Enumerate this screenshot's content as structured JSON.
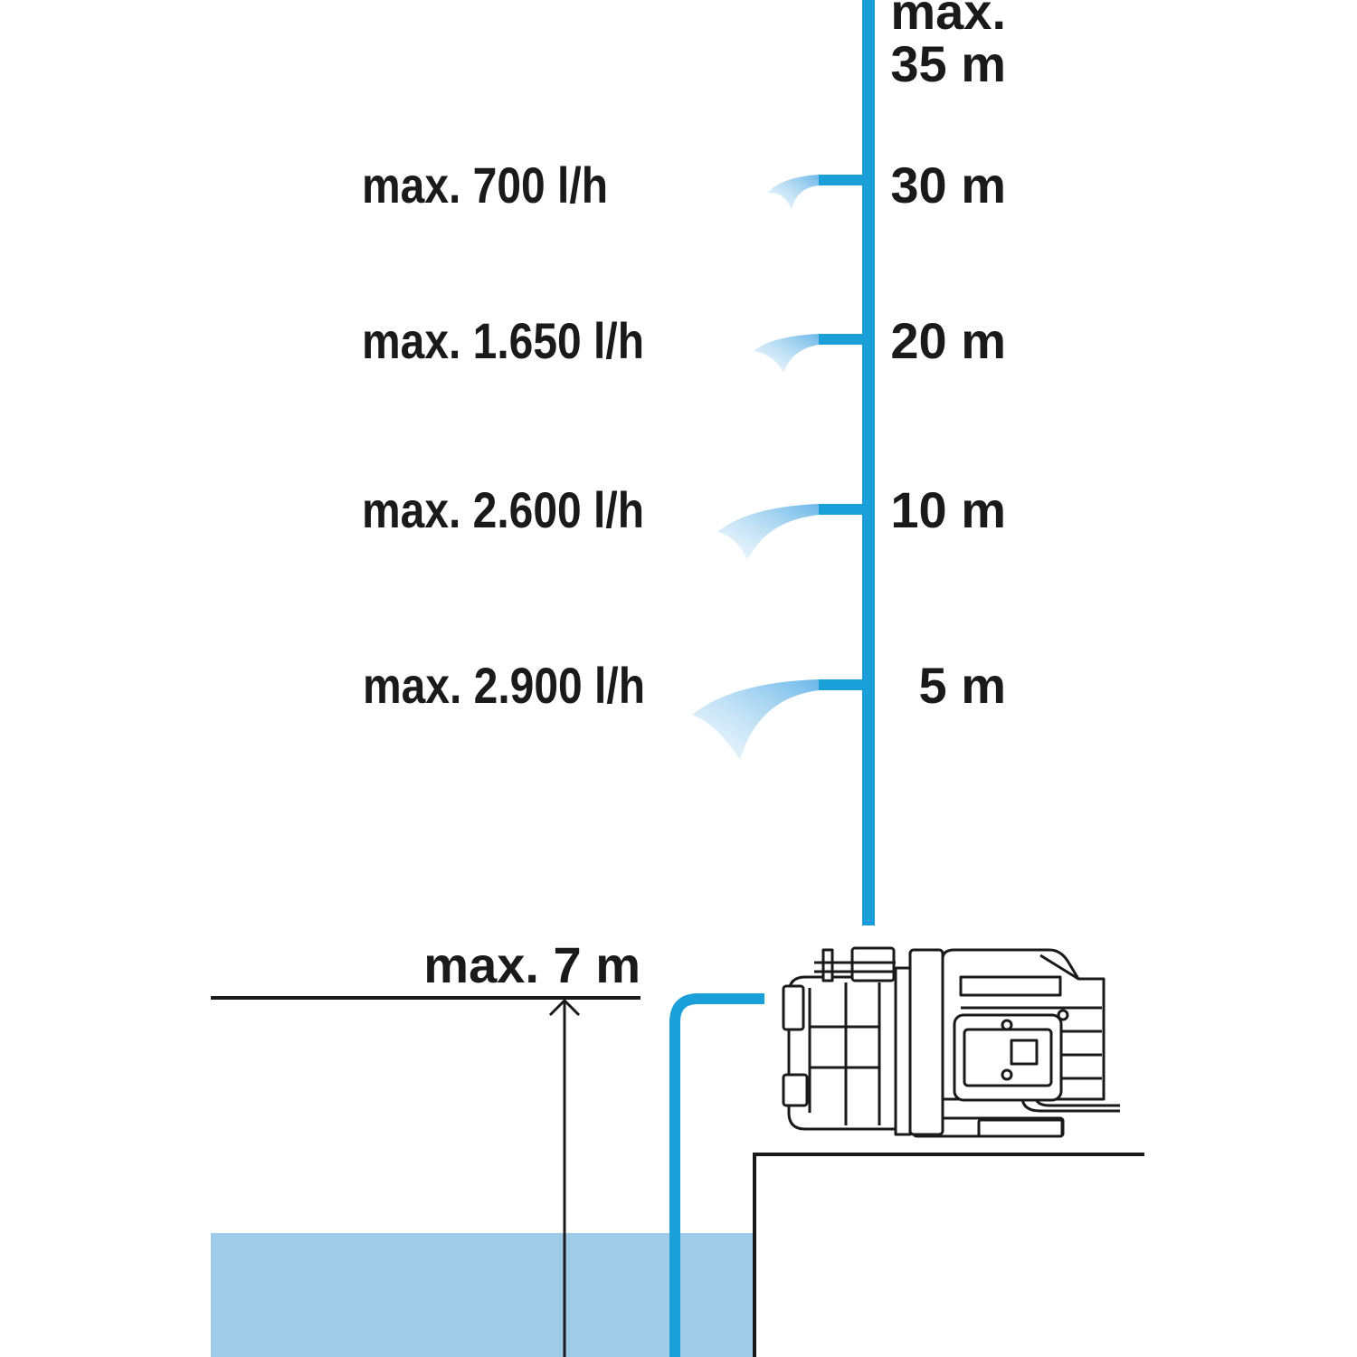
{
  "colors": {
    "pipe": "#1a9fd8",
    "water": "#9fcbe9",
    "spray": "#7fc0ea",
    "ink": "#1a1a1a"
  },
  "top_label": {
    "line1": "max.",
    "line2": "35 m"
  },
  "outlets": [
    {
      "flow": "max. 700 l/h",
      "height": "30 m"
    },
    {
      "flow": "max. 1.650 l/h",
      "height": "20 m"
    },
    {
      "flow": "max. 2.600 l/h",
      "height": "10 m"
    },
    {
      "flow": "max. 2.900 l/h",
      "height": "5 m"
    }
  ],
  "suction": {
    "label": "max. 7 m"
  },
  "icons": {
    "pump": "garden-pump-icon",
    "arrow": "up-arrow-icon"
  }
}
